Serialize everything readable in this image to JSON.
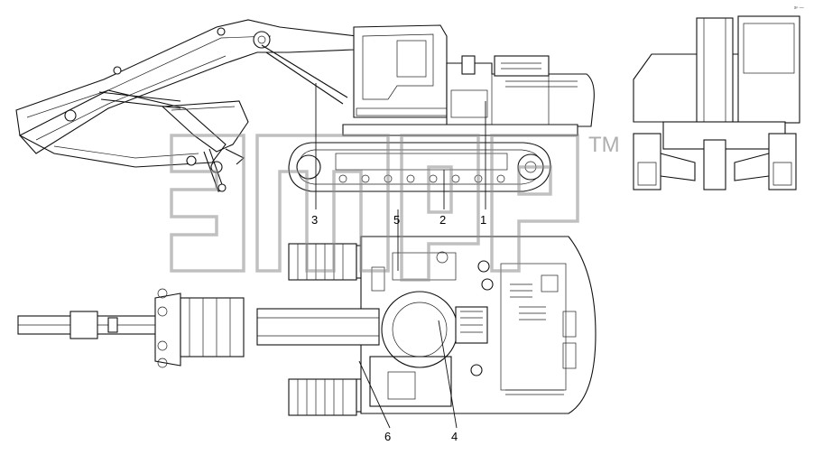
{
  "diagram": {
    "callouts": [
      {
        "id": "c1",
        "label": "1"
      },
      {
        "id": "c2",
        "label": "2"
      },
      {
        "id": "c3",
        "label": "3"
      },
      {
        "id": "c4",
        "label": "4"
      },
      {
        "id": "c5",
        "label": "5"
      },
      {
        "id": "c6",
        "label": "6"
      }
    ],
    "watermark_trademark": "TM",
    "corner_code": "sⁿ —"
  }
}
